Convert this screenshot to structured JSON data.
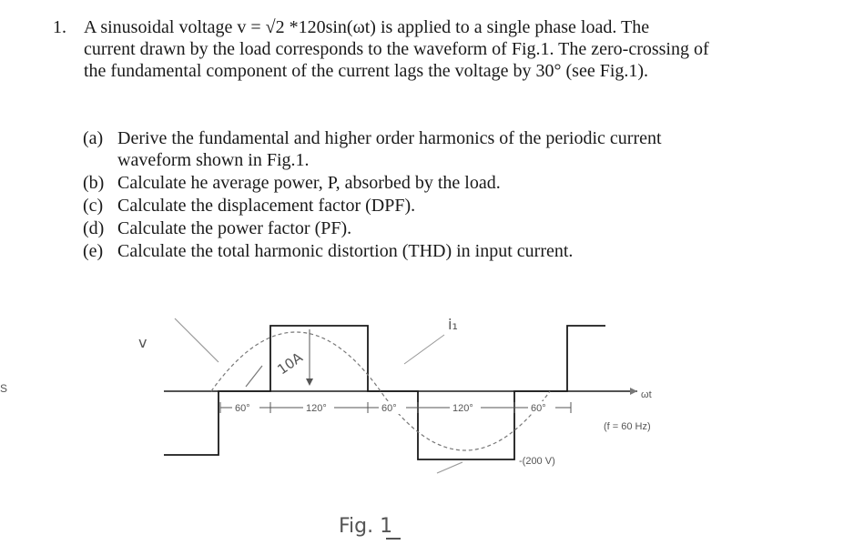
{
  "problem": {
    "number": "1.",
    "statement_lines": [
      "A sinusoidal voltage v = √2 *120sin(ωt) is applied to a single phase load. The",
      "current drawn by the load corresponds to the waveform of Fig.1. The zero-crossing of",
      "the fundamental component of the current lags the voltage by 30° (see Fig.1)."
    ],
    "parts": [
      {
        "label": "(a)",
        "text": "Derive the fundamental and higher order harmonics of the periodic current",
        "cont": "waveform shown in Fig.1."
      },
      {
        "label": "(b)",
        "text": "Calculate he average power, P, absorbed by the load."
      },
      {
        "label": "(c)",
        "text": "Calculate the displacement factor (DPF)."
      },
      {
        "label": "(d)",
        "text": "Calculate the power factor (PF)."
      },
      {
        "label": "(e)",
        "text": "Calculate the total harmonic distortion (THD) in input current."
      }
    ]
  },
  "figure": {
    "caption": "Fig. 1",
    "amplitude_label": "10A",
    "voltage_label": "v",
    "current_label": "i₁",
    "axis_label": "ωt",
    "frequency_label": "(f = 60 Hz)",
    "voltage_peak_label": "-(200 V)",
    "intervals": [
      "60°",
      "120°",
      "60°",
      "120°",
      "60°"
    ],
    "edge_mark": "S",
    "colors": {
      "ink": "#1a1a1a",
      "faint": "#777777"
    }
  }
}
